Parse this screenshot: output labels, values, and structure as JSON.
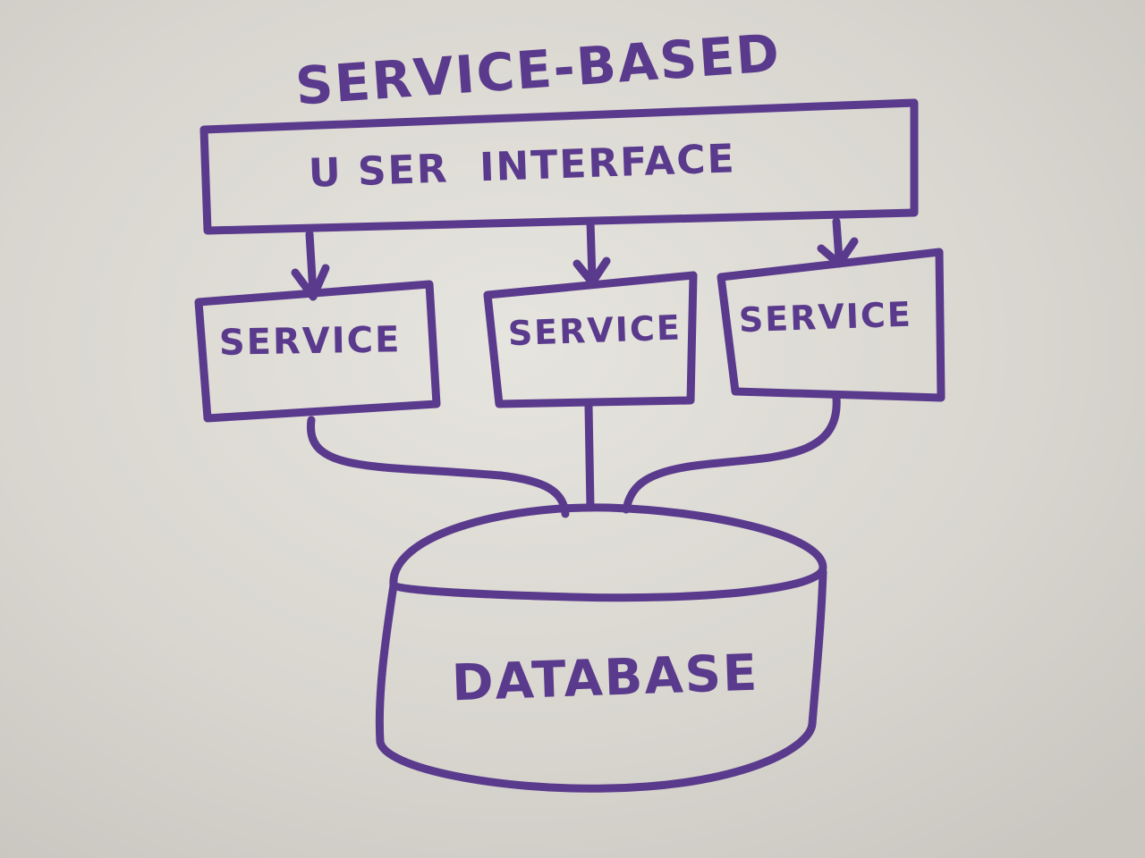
{
  "diagram": {
    "title": "SERVICE-BASED",
    "user_interface_label": "U SER  INTERFACE",
    "services": [
      {
        "label": "SERVICE"
      },
      {
        "label": "SERVICE"
      },
      {
        "label": "SERVICE"
      }
    ],
    "database_label": "DATABASE"
  },
  "colors": {
    "marker": "#5a3a8c",
    "whiteboard": "#d9d7d1"
  }
}
